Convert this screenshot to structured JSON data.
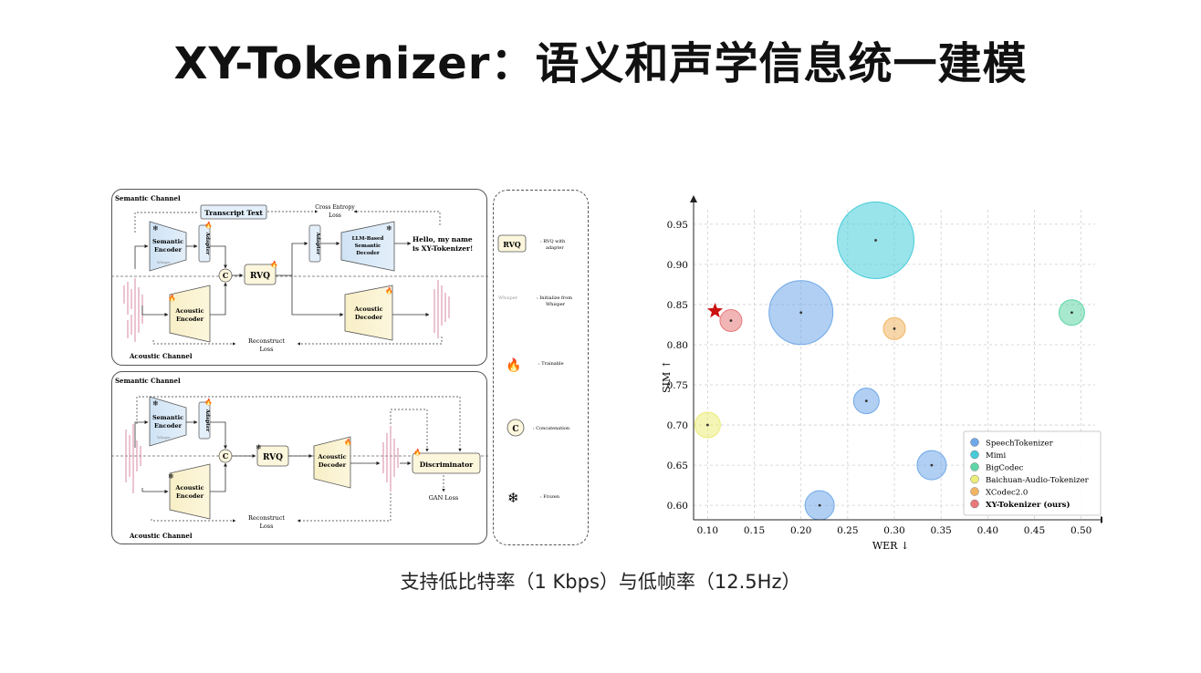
{
  "slide": {
    "title": "XY-Tokenizer：语义和声学信息统一建模",
    "caption": "支持低比特率（1 Kbps）与低帧率（12.5Hz）"
  },
  "diagram_top": {
    "semantic_channel": "Semantic Channel",
    "acoustic_channel": "Acoustic Channel",
    "transcript_text": "Transcript Text",
    "cross_entropy": "Cross Entropy",
    "loss": "Loss",
    "semantic_encoder_1": "Semantic",
    "semantic_encoder_2": "Encoder",
    "adapter": "Adapter",
    "concat": "C",
    "rvq": "RVQ",
    "llm_decoder_1": "LLM-Based",
    "llm_decoder_2": "Semantic",
    "llm_decoder_3": "Decoder",
    "output_text_1": "Hello, my name",
    "output_text_2": "is XY-Tokenizer!",
    "acoustic_encoder_1": "Acoustic",
    "acoustic_encoder_2": "Encoder",
    "acoustic_decoder_1": "Acoustic",
    "acoustic_decoder_2": "Decoder",
    "reconstruct": "Reconstruct",
    "whisper": "Whisper"
  },
  "diagram_bottom": {
    "semantic_channel": "Semantic Channel",
    "acoustic_channel": "Acoustic Channel",
    "semantic_encoder_1": "Semantic",
    "semantic_encoder_2": "Encoder",
    "adapter": "Adapter",
    "concat": "C",
    "rvq": "RVQ",
    "acoustic_decoder_1": "Acoustic",
    "acoustic_decoder_2": "Decoder",
    "discriminator": "Discriminator",
    "gan_loss": "GAN Loss",
    "acoustic_encoder_1": "Acoustic",
    "acoustic_encoder_2": "Encoder",
    "reconstruct": "Reconstruct",
    "loss": "Loss",
    "whisper": "Whisper"
  },
  "legend_panel": {
    "rvq_box": "RVQ",
    "rvq_desc_1": ": RVQ with",
    "rvq_desc_2": "adapter",
    "whisper_icon": "Whisper",
    "whisper_desc_1": ": Initialize from",
    "whisper_desc_2": "Whisper",
    "trainable_desc": ": Trainable",
    "concat_symbol": "C",
    "concat_desc": ": Concatenation",
    "frozen_desc": ": Frozen"
  },
  "chart_data": {
    "type": "scatter",
    "xlabel": "WER ↓",
    "ylabel": "SIM ↑",
    "xlim": [
      0.085,
      0.515
    ],
    "ylim": [
      0.582,
      0.968
    ],
    "x_ticks": [
      "0.10",
      "0.15",
      "0.20",
      "0.25",
      "0.30",
      "0.35",
      "0.40",
      "0.45",
      "0.50"
    ],
    "y_ticks": [
      "0.60",
      "0.65",
      "0.70",
      "0.75",
      "0.80",
      "0.85",
      "0.90",
      "0.95"
    ],
    "grid": true,
    "legend_position": "bottom-right",
    "series": [
      {
        "name": "SpeechTokenizer",
        "color": "#6fa8e8",
        "points": [
          {
            "x": 0.22,
            "y": 0.6,
            "size": 0.16
          },
          {
            "x": 0.27,
            "y": 0.73,
            "size": 0.14
          },
          {
            "x": 0.34,
            "y": 0.65,
            "size": 0.16
          }
        ]
      },
      {
        "name": "Mimi",
        "color": "#45ccd8",
        "points": [
          {
            "x": 0.28,
            "y": 0.93,
            "size": 0.42
          }
        ]
      },
      {
        "name": "BigCodec",
        "color": "#5fd6a6",
        "points": [
          {
            "x": 0.49,
            "y": 0.84,
            "size": 0.14
          }
        ]
      },
      {
        "name": "Baichuan-Audio-Tokenizer",
        "color": "#ecec7a",
        "points": [
          {
            "x": 0.1,
            "y": 0.7,
            "size": 0.14
          }
        ]
      },
      {
        "name": "XCodec2.0",
        "color": "#f1b563",
        "points": [
          {
            "x": 0.3,
            "y": 0.82,
            "size": 0.12
          }
        ]
      },
      {
        "name": "XY-Tokenizer (ours)",
        "color": "#e8787a",
        "points": [
          {
            "x": 0.125,
            "y": 0.83,
            "size": 0.12
          }
        ]
      }
    ],
    "extra_blue_large": {
      "x": 0.2,
      "y": 0.84,
      "size": 0.35,
      "color": "#6fa8e8"
    },
    "star": {
      "x": 0.108,
      "y": 0.842,
      "color": "#cc1111"
    }
  }
}
